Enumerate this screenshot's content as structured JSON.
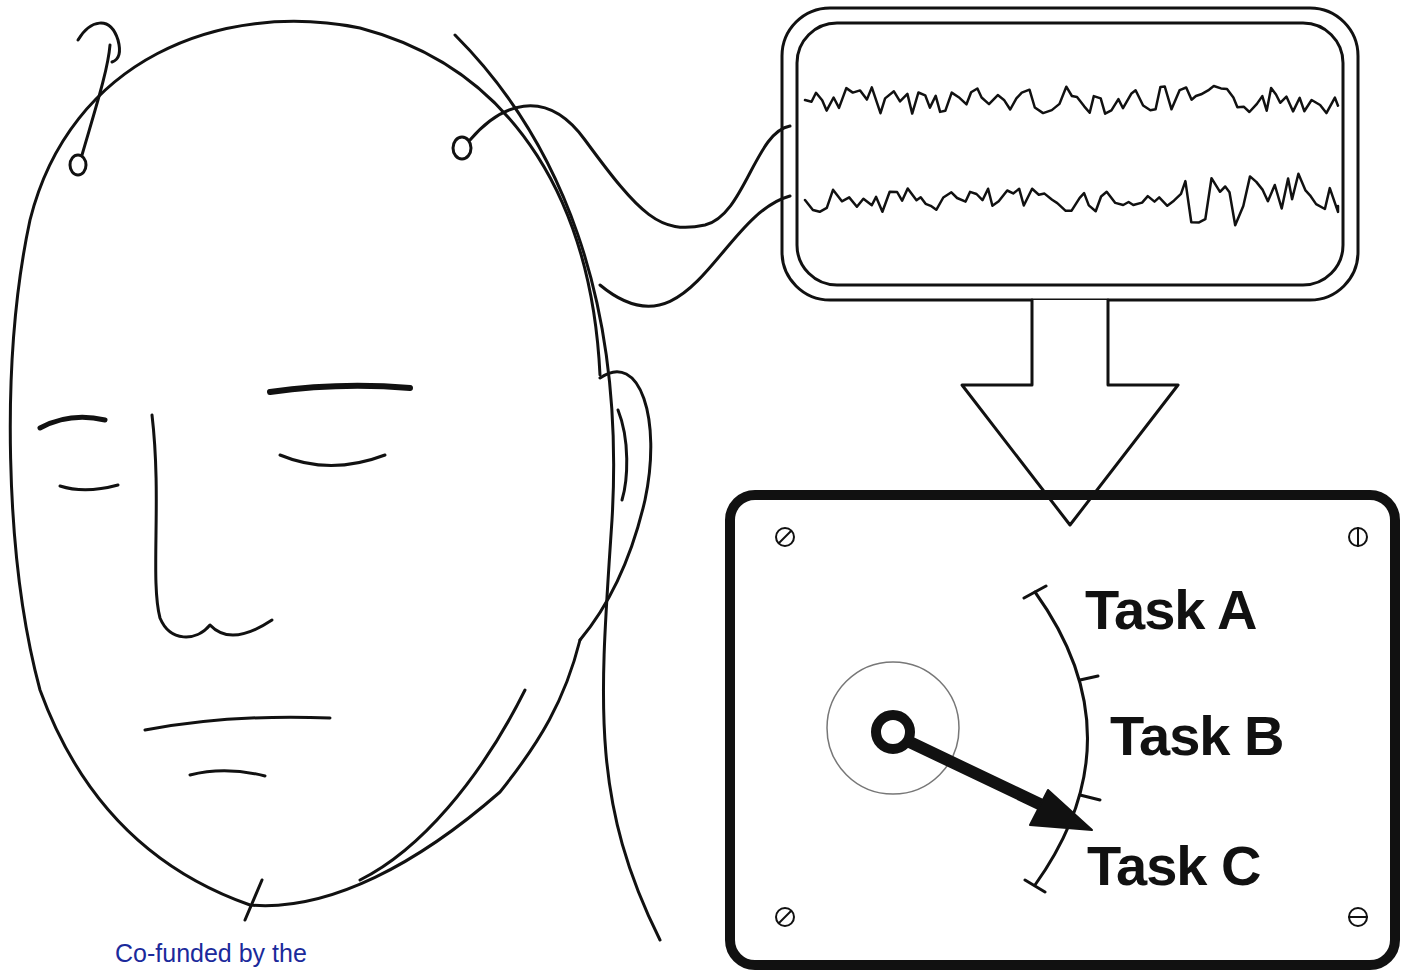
{
  "diagram": {
    "nodes": [
      {
        "text": [
          "Task A",
          "Task B",
          "Task C"
        ]
      }
    ],
    "labels": [
      "Co-funded by the"
    ]
  }
}
